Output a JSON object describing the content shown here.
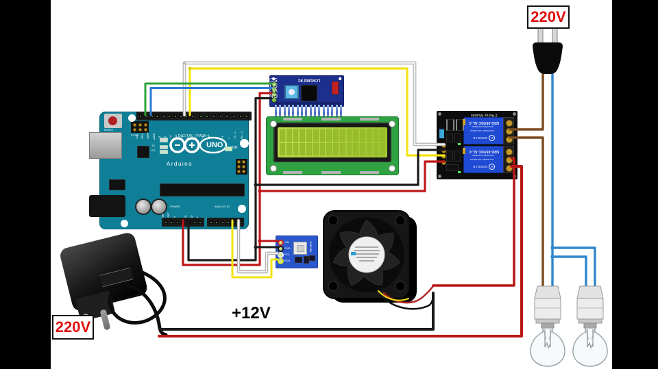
{
  "labels": {
    "mains_top": "220V",
    "mains_bottom": "220V",
    "dc_supply": "+12V"
  },
  "arduino": {
    "brand": "Arduino",
    "model": "UNO",
    "reset_label": "RESET",
    "icsp2_label": "ICSP2",
    "icsp_label": "ICSP",
    "on_label": "ON",
    "l_label": "L",
    "tx_label": "TX",
    "rx_label": "RX",
    "digital_label": "DIGITAL (PWM~)",
    "power_label": "POWER",
    "analog_label": "ANALOG IN",
    "digital_pins_left": [
      "SCL",
      "SDA",
      "AREF",
      "GND",
      "13",
      "12",
      "~11",
      "~10",
      "~9",
      "8"
    ],
    "digital_pins_right": [
      "7",
      "~6",
      "~5",
      "4",
      "~3",
      "2",
      "TX→1",
      "RX←0"
    ],
    "power_pins": [
      "IOREF",
      "RESET",
      "3V3",
      "5V",
      "GND",
      "GND",
      "VIN"
    ],
    "analog_pins": [
      "A0",
      "A1",
      "A2",
      "A3",
      "A4",
      "A5"
    ]
  },
  "i2c_backpack": {
    "title": "LCM1602 IIC",
    "pin_labels": [
      "SCL",
      "SDA",
      "VCC",
      "GND"
    ]
  },
  "relay_module": {
    "title": "2 Relay Module",
    "relay_model": "SRD-05VDC-SL-C",
    "rating_line1": "10A 250VAC  10A 125VAC",
    "rating_line2": "10A 30VDC   10A 28VDC",
    "relay_brand": "SONGLE",
    "relay_logo": "R"
  },
  "sensor": {
    "chip_label": "BMP180",
    "pin_labels": [
      "VIN",
      "GND",
      "SCL",
      "SDA"
    ]
  },
  "palette": {
    "board_teal": "#0e7f96",
    "relay_blue": "#1f4ad4",
    "lcd_green": "#2fa342",
    "screen_green": "#a8cc38",
    "backpack_navy": "#1d2f8c",
    "sensor_blue": "#2a58cc",
    "wire_red": "#c01616",
    "wire_black": "#1a1a1a",
    "wire_yellow": "#f2e414",
    "wire_green": "#2fa33a",
    "wire_blue_signal": "#2f7ad4",
    "wire_white": "#f2f2f2",
    "mains_brown": "#7c4a1f",
    "mains_blue": "#2f86cc",
    "label_red": "#e01010"
  }
}
